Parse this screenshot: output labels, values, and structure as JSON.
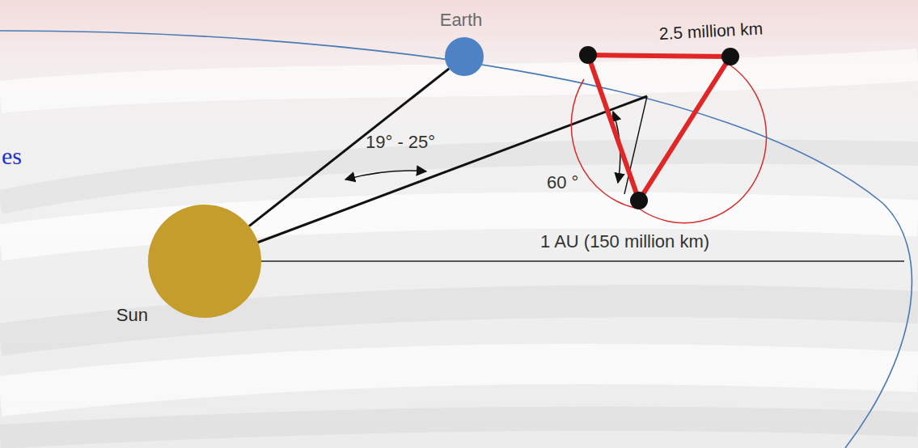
{
  "diagram": {
    "nodes": [
      {
        "text": [
          "Earth"
        ]
      },
      {
        "text": [
          "Sun"
        ]
      }
    ],
    "edges": [
      {
        "from": 1,
        "to": 0,
        "arrow": "none"
      }
    ],
    "labels": [
      "2.5 million km",
      "19° - 25°",
      "60 °",
      "1 AU (150 million km)",
      "es"
    ]
  }
}
